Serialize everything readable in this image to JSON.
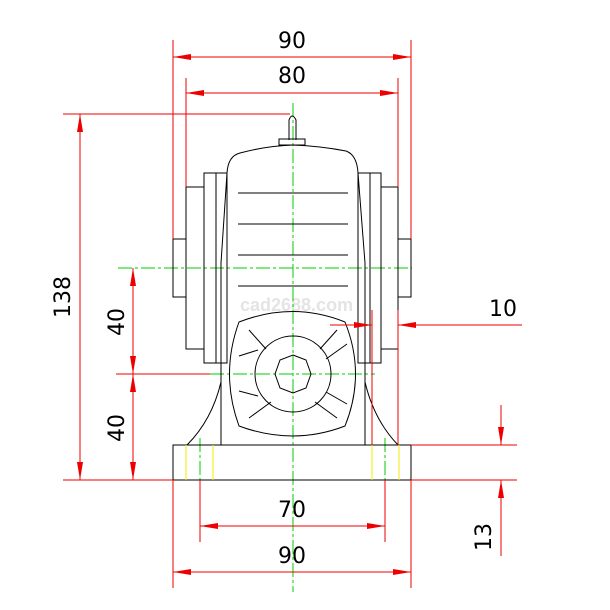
{
  "drawing": {
    "watermark": "cad2688.com",
    "dimensions": {
      "top_overall_width": "90",
      "top_flange_width": "80",
      "overall_height": "138",
      "upper_center_height": "40",
      "shaft_center_height": "40",
      "flange_offset": "10",
      "base_thickness": "13",
      "bolt_spacing": "70",
      "base_width": "90"
    },
    "colors": {
      "dimension": "#e00000",
      "centerline": "#00cc00",
      "outline": "#000000",
      "hidden": "#eeee00"
    }
  }
}
